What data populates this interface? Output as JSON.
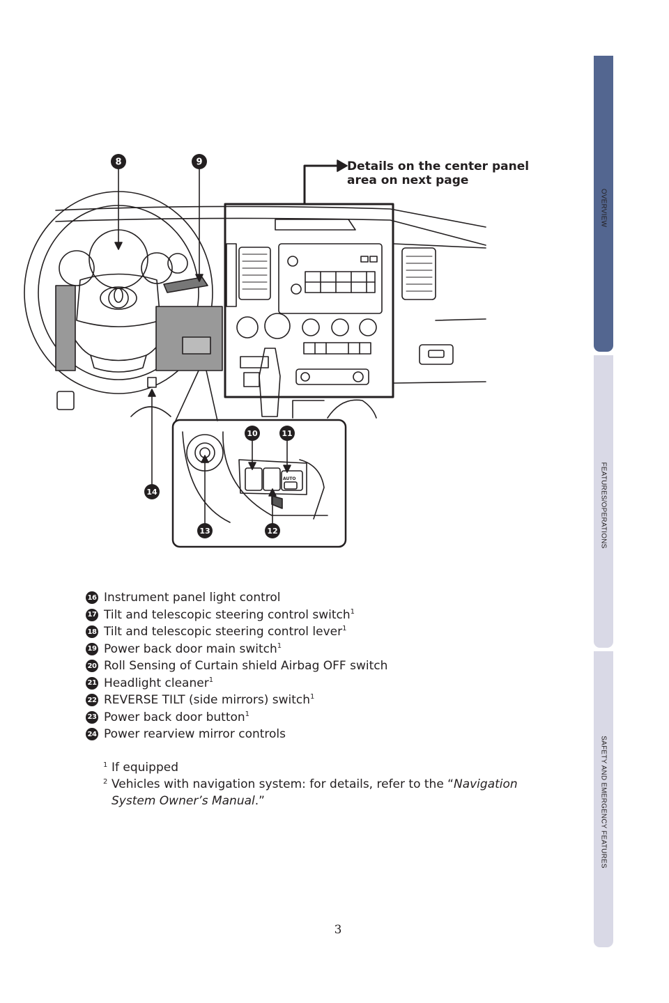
{
  "side_tabs": [
    {
      "label": "OVERVIEW",
      "color": "#536690",
      "active": true
    },
    {
      "label": "FEATURES/OPERATIONS",
      "color": "#d9d9e6",
      "active": false
    },
    {
      "label": "SAFETY AND EMERGENCY FEATURES",
      "color": "#d9d9e6",
      "active": false
    }
  ],
  "diagram": {
    "callout_line1": "Details on the center panel",
    "callout_line2": "area on next page",
    "badges": {
      "b8": "8",
      "b9": "9",
      "b10": "10",
      "b11": "11",
      "b12": "12",
      "b13": "13",
      "b14": "14"
    },
    "switch_label": "AUTO"
  },
  "legend": [
    {
      "number": "16",
      "text": "Instrument panel light control",
      "sup": ""
    },
    {
      "number": "17",
      "text": "Tilt and telescopic steering control switch",
      "sup": "1"
    },
    {
      "number": "18",
      "text": "Tilt and telescopic steering control lever",
      "sup": "1"
    },
    {
      "number": "19",
      "text": "Power back door main switch",
      "sup": "1"
    },
    {
      "number": "20",
      "text": "Roll Sensing of Curtain shield Airbag OFF switch",
      "sup": ""
    },
    {
      "number": "21",
      "text": "Headlight cleaner",
      "sup": "1"
    },
    {
      "number": "22",
      "text": "REVERSE TILT (side mirrors) switch",
      "sup": "1"
    },
    {
      "number": "23",
      "text": "Power back door button",
      "sup": "1"
    },
    {
      "number": "24",
      "text": "Power rearview mirror controls",
      "sup": ""
    }
  ],
  "footnotes": {
    "fn1_num": "1",
    "fn1_text": "If equipped",
    "fn2_num": "2",
    "fn2_text": "Vehicles with navigation system: for details, refer to the “",
    "fn2_italic1": "Navigation",
    "fn2_italic2": "System Owner’s Manual",
    "fn2_end": ".”"
  },
  "page_number": "3"
}
